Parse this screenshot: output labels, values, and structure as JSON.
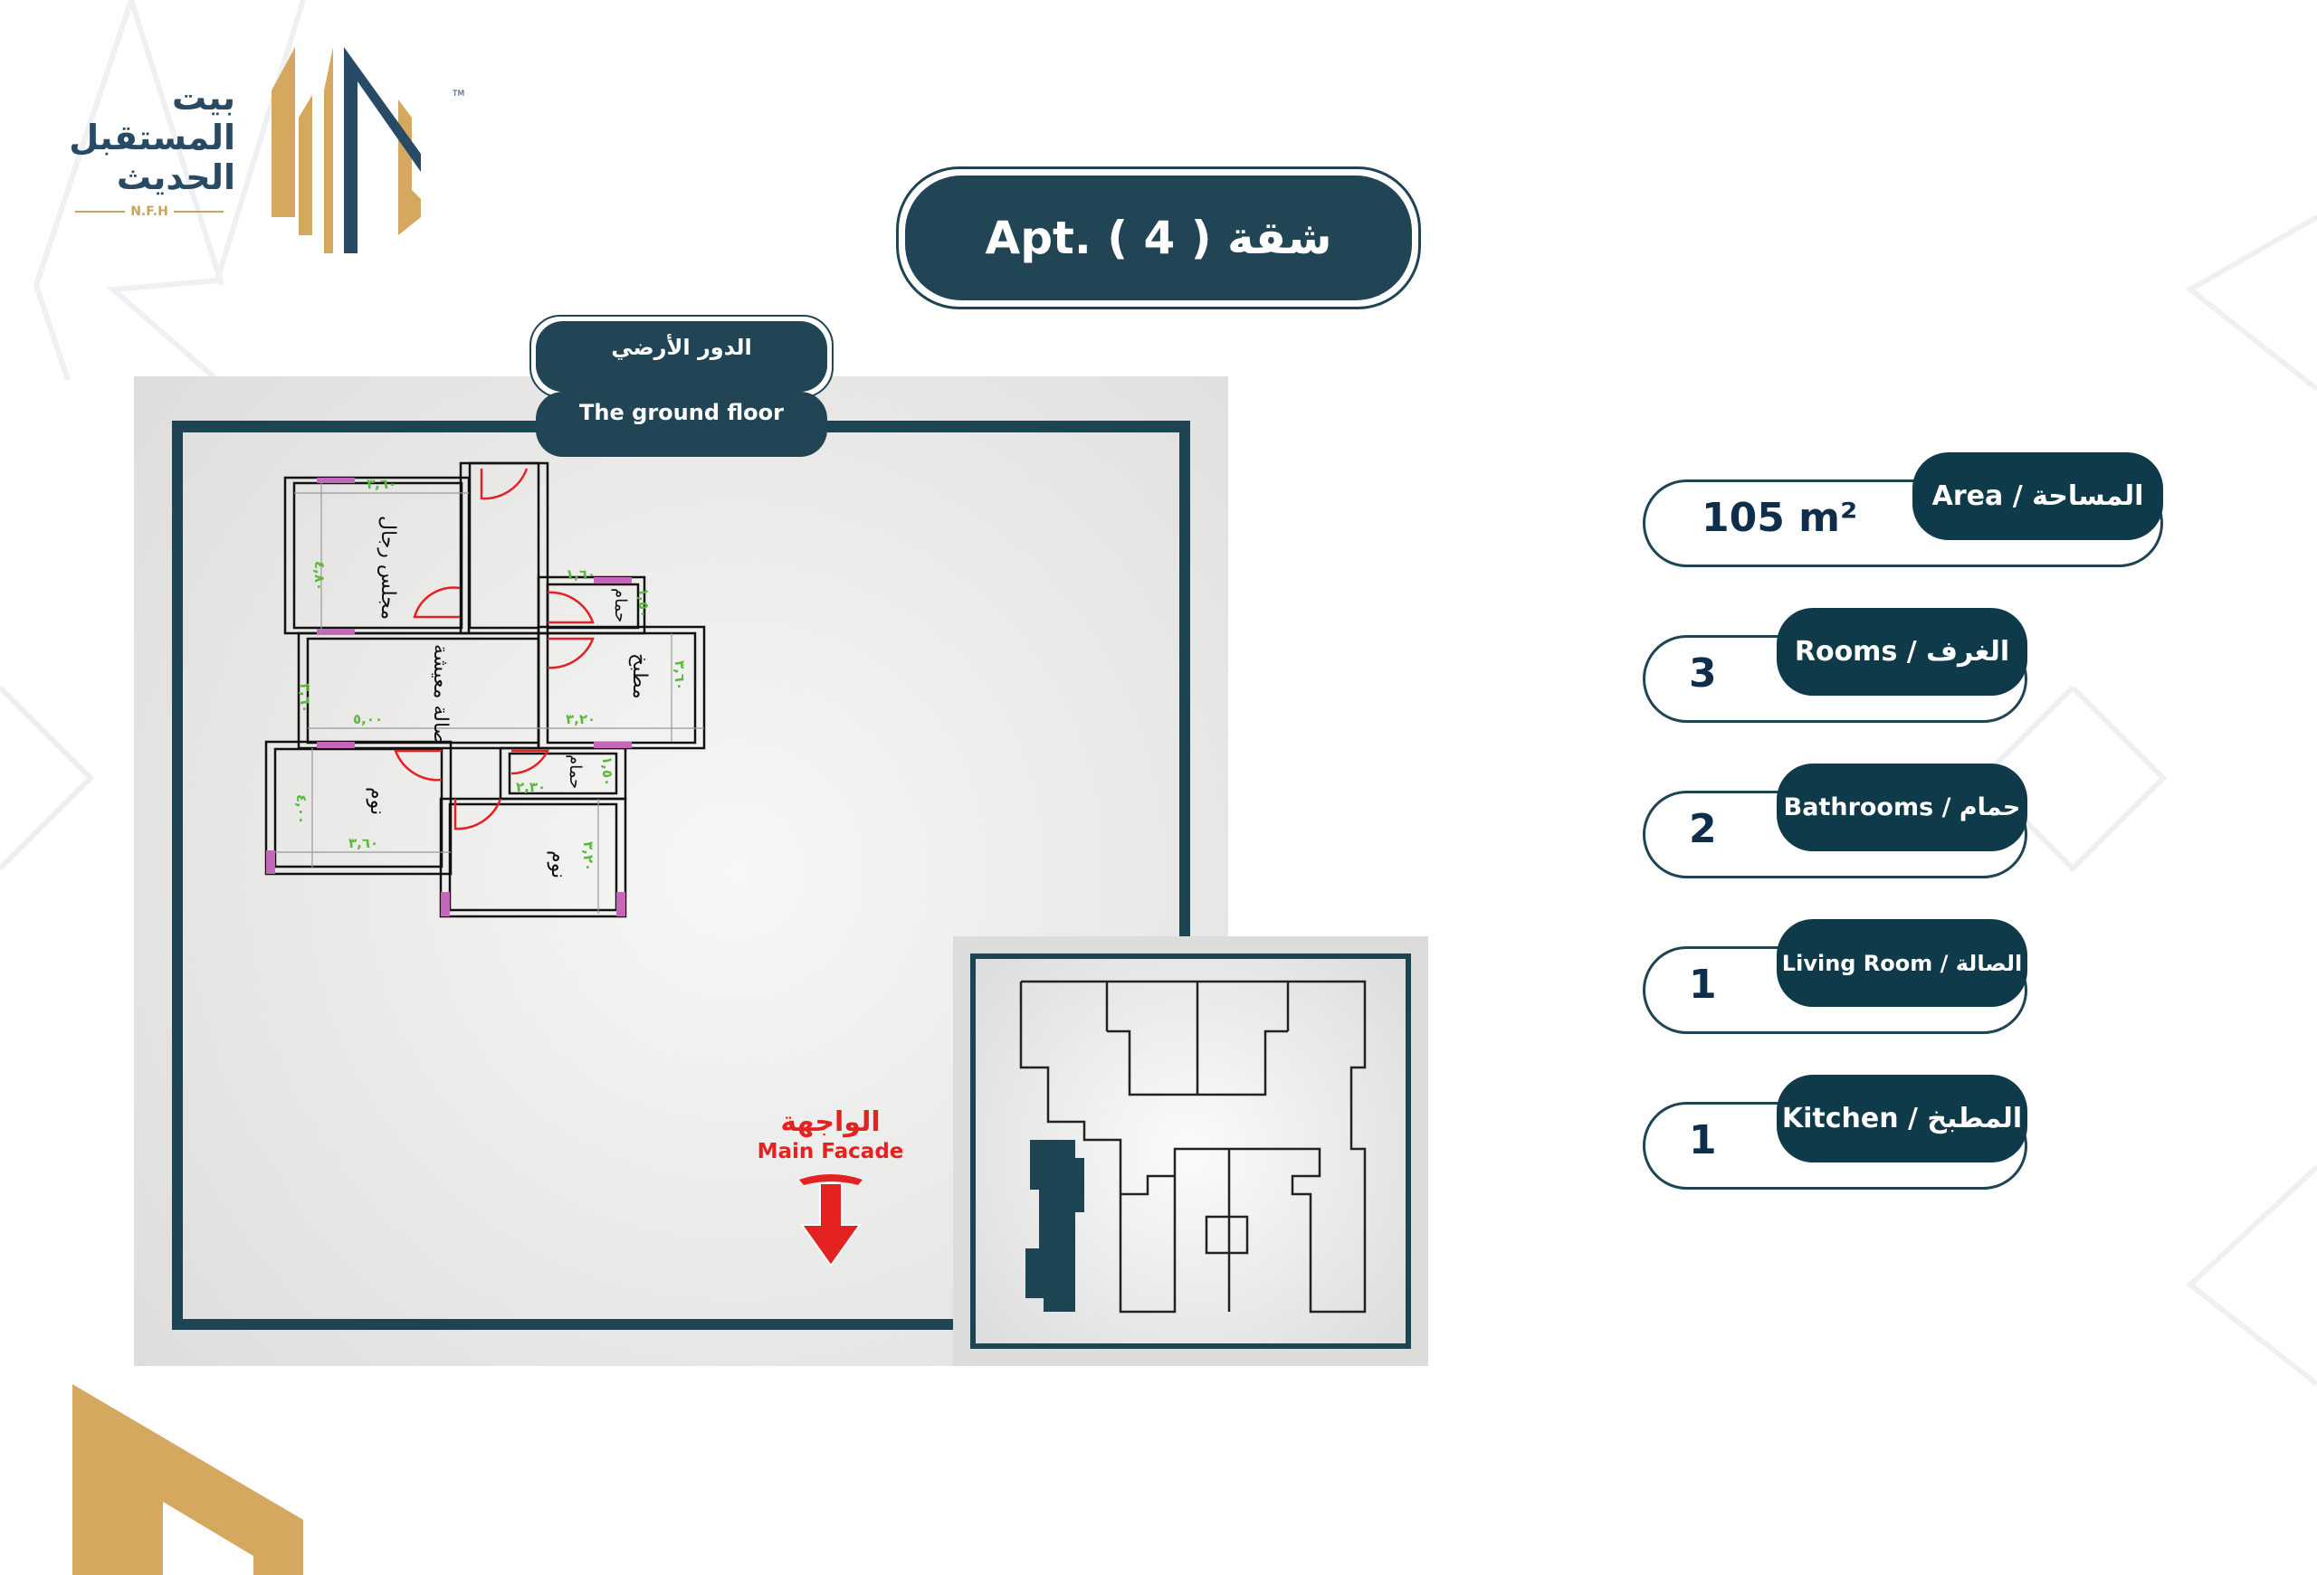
{
  "brand": {
    "line1": "بيت",
    "line2": "المستقبل",
    "line3": "الحديث",
    "abbr": "N.F.H",
    "tm": "TM",
    "gold": "#d4a85f",
    "navy": "#284a64"
  },
  "title": "Apt. ( 4 ) شقة",
  "floor": {
    "ar": "الدور الأرضي",
    "en": "The ground floor"
  },
  "rooms": {
    "majlis": "مجلس رجال",
    "living": "صالة معيشة",
    "kitchen": "مطبخ",
    "bath1": "حمام",
    "bath2": "حمام",
    "bed1": "نوم",
    "bed2": "نوم"
  },
  "dims": [
    "٣,٦٠",
    "٤,٨٠",
    "١,٦٠",
    "١,٥٠",
    "٣,٦٠",
    "٥,٠٠",
    "٣,٢٠",
    "٣,٦٠",
    "٢,٣٠",
    "١,٥٠",
    "٤,٠٠",
    "٣,٦٠",
    "٣,٢٠"
  ],
  "facade": {
    "ar": "الواجهة",
    "en": "Main Facade"
  },
  "stats": [
    {
      "label": "Area / المساحة",
      "value": "105 m²"
    },
    {
      "label": "Rooms / الغرف",
      "value": "3"
    },
    {
      "label": "Bathrooms / حمام",
      "value": "2"
    },
    {
      "label": "Living Room / الصالة",
      "value": "1"
    },
    {
      "label": "Kitchen / المطبخ",
      "value": "1"
    }
  ],
  "colors": {
    "dark": "#214555",
    "accent": "#e52222",
    "dim": "#5cb83a",
    "window": "#c368b8"
  }
}
